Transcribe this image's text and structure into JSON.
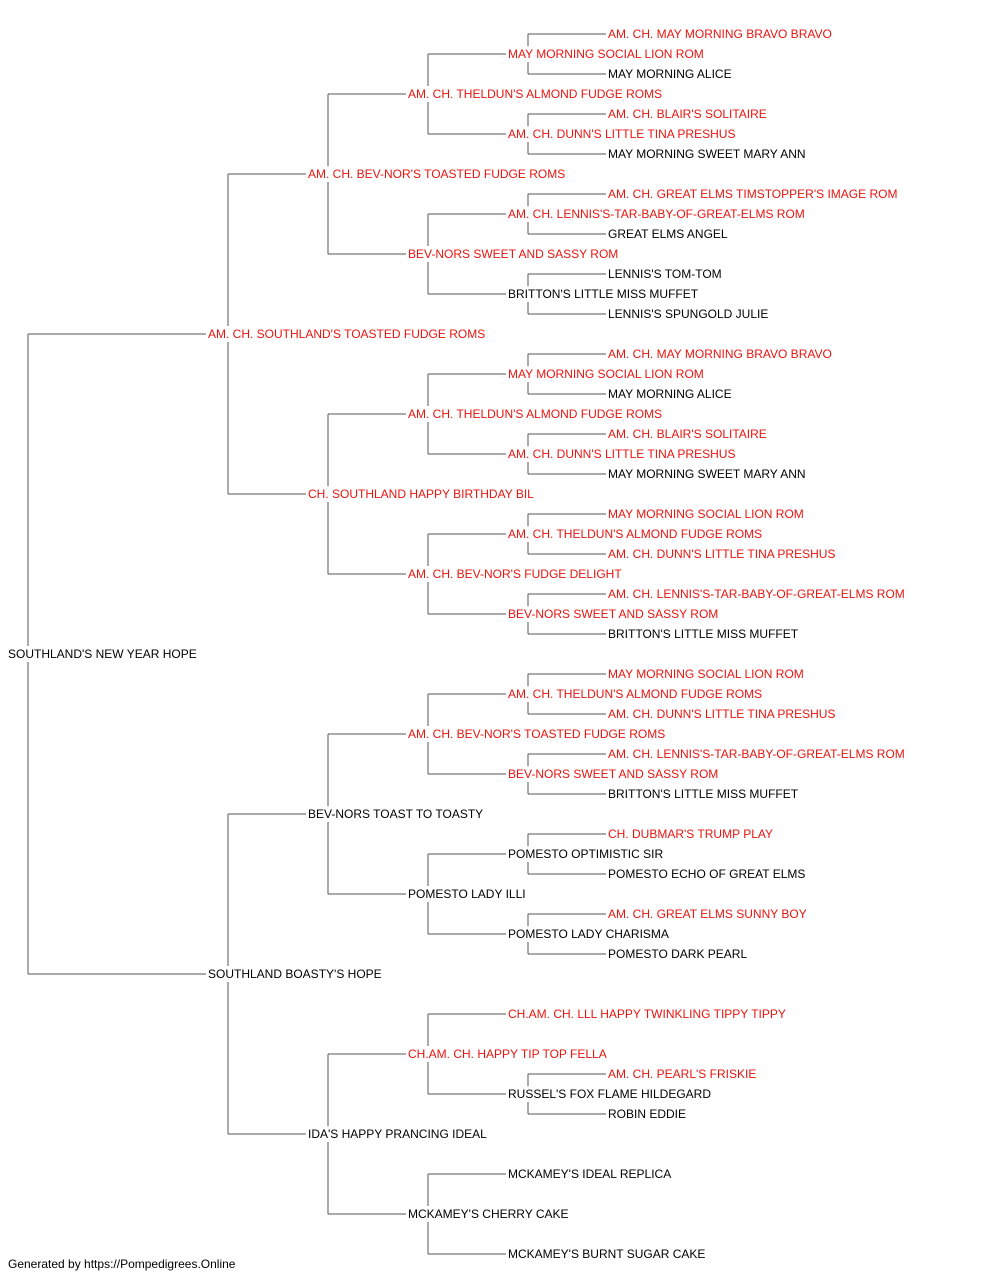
{
  "colors": {
    "champion": "#e8140f",
    "normal": "#000000",
    "line": "#555555"
  },
  "pedigree": {
    "name": "SOUTHLAND'S NEW YEAR HOPE",
    "ch": false,
    "sire": {
      "name": "AM. CH. SOUTHLAND'S TOASTED FUDGE ROMS",
      "ch": true,
      "sire": {
        "name": "AM. CH. BEV-NOR'S TOASTED FUDGE ROMS",
        "ch": true,
        "sire": {
          "name": "AM. CH. THELDUN'S ALMOND FUDGE ROMS",
          "ch": true,
          "sire": {
            "name": "MAY MORNING SOCIAL LION ROM",
            "ch": true,
            "sire": {
              "name": "AM. CH. MAY MORNING BRAVO BRAVO",
              "ch": true
            },
            "dam": {
              "name": "MAY MORNING ALICE",
              "ch": false
            }
          },
          "dam": {
            "name": "AM. CH. DUNN'S LITTLE TINA PRESHUS",
            "ch": true,
            "sire": {
              "name": "AM. CH. BLAIR'S SOLITAIRE",
              "ch": true
            },
            "dam": {
              "name": "MAY MORNING SWEET MARY ANN",
              "ch": false
            }
          }
        },
        "dam": {
          "name": "BEV-NORS SWEET AND SASSY ROM",
          "ch": true,
          "sire": {
            "name": "AM. CH. LENNIS'S-TAR-BABY-OF-GREAT-ELMS ROM",
            "ch": true,
            "sire": {
              "name": "AM. CH. GREAT ELMS TIMSTOPPER'S IMAGE ROM",
              "ch": true
            },
            "dam": {
              "name": "GREAT ELMS ANGEL",
              "ch": false
            }
          },
          "dam": {
            "name": "BRITTON'S LITTLE MISS MUFFET",
            "ch": false,
            "sire": {
              "name": "LENNIS'S TOM-TOM",
              "ch": false
            },
            "dam": {
              "name": "LENNIS'S SPUNGOLD JULIE",
              "ch": false
            }
          }
        }
      },
      "dam": {
        "name": "CH. SOUTHLAND HAPPY BIRTHDAY BIL",
        "ch": true,
        "sire": {
          "name": "AM. CH. THELDUN'S ALMOND FUDGE ROMS",
          "ch": true,
          "sire": {
            "name": "MAY MORNING SOCIAL LION ROM",
            "ch": true,
            "sire": {
              "name": "AM. CH. MAY MORNING BRAVO BRAVO",
              "ch": true
            },
            "dam": {
              "name": "MAY MORNING ALICE",
              "ch": false
            }
          },
          "dam": {
            "name": "AM. CH. DUNN'S LITTLE TINA PRESHUS",
            "ch": true,
            "sire": {
              "name": "AM. CH. BLAIR'S SOLITAIRE",
              "ch": true
            },
            "dam": {
              "name": "MAY MORNING SWEET MARY ANN",
              "ch": false
            }
          }
        },
        "dam": {
          "name": "AM. CH. BEV-NOR'S FUDGE DELIGHT",
          "ch": true,
          "sire": {
            "name": "AM. CH. THELDUN'S ALMOND FUDGE ROMS",
            "ch": true,
            "sire": {
              "name": "MAY MORNING SOCIAL LION ROM",
              "ch": true
            },
            "dam": {
              "name": "AM. CH. DUNN'S LITTLE TINA PRESHUS",
              "ch": true
            }
          },
          "dam": {
            "name": "BEV-NORS SWEET AND SASSY ROM",
            "ch": true,
            "sire": {
              "name": "AM. CH. LENNIS'S-TAR-BABY-OF-GREAT-ELMS ROM",
              "ch": true
            },
            "dam": {
              "name": "BRITTON'S LITTLE MISS MUFFET",
              "ch": false
            }
          }
        }
      }
    },
    "dam": {
      "name": "SOUTHLAND BOASTY'S HOPE",
      "ch": false,
      "sire": {
        "name": "BEV-NORS TOAST TO TOASTY",
        "ch": false,
        "sire": {
          "name": "AM. CH. BEV-NOR'S TOASTED FUDGE ROMS",
          "ch": true,
          "sire": {
            "name": "AM. CH. THELDUN'S ALMOND FUDGE ROMS",
            "ch": true,
            "sire": {
              "name": "MAY MORNING SOCIAL LION ROM",
              "ch": true
            },
            "dam": {
              "name": "AM. CH. DUNN'S LITTLE TINA PRESHUS",
              "ch": true
            }
          },
          "dam": {
            "name": "BEV-NORS SWEET AND SASSY ROM",
            "ch": true,
            "sire": {
              "name": "AM. CH. LENNIS'S-TAR-BABY-OF-GREAT-ELMS ROM",
              "ch": true
            },
            "dam": {
              "name": "BRITTON'S LITTLE MISS MUFFET",
              "ch": false
            }
          }
        },
        "dam": {
          "name": "POMESTO LADY ILLI",
          "ch": false,
          "sire": {
            "name": "POMESTO OPTIMISTIC SIR",
            "ch": false,
            "sire": {
              "name": "CH. DUBMAR'S TRUMP PLAY",
              "ch": true
            },
            "dam": {
              "name": "POMESTO ECHO OF GREAT ELMS",
              "ch": false
            }
          },
          "dam": {
            "name": "POMESTO LADY CHARISMA",
            "ch": false,
            "sire": {
              "name": "AM. CH. GREAT ELMS SUNNY BOY",
              "ch": true
            },
            "dam": {
              "name": "POMESTO DARK PEARL",
              "ch": false
            }
          }
        }
      },
      "dam": {
        "name": "IDA'S HAPPY PRANCING IDEAL",
        "ch": false,
        "sire": {
          "name": "CH.AM. CH. HAPPY TIP TOP FELLA",
          "ch": true,
          "sire": {
            "name": "CH.AM. CH. LLL HAPPY TWINKLING TIPPY TIPPY",
            "ch": true
          },
          "dam": {
            "name": "RUSSEL'S FOX FLAME HILDEGARD",
            "ch": false,
            "sire": {
              "name": "AM. CH. PEARL'S FRISKIE",
              "ch": true
            },
            "dam": {
              "name": "ROBIN EDDIE",
              "ch": false
            }
          }
        },
        "dam": {
          "name": "MCKAMEY'S CHERRY CAKE",
          "ch": false,
          "sire": {
            "name": "MCKAMEY'S IDEAL REPLICA",
            "ch": false
          },
          "dam": {
            "name": "MCKAMEY'S BURNT SUGAR CAKE",
            "ch": false
          }
        }
      }
    }
  },
  "footer": "Generated by https://Pompedigrees.Online"
}
